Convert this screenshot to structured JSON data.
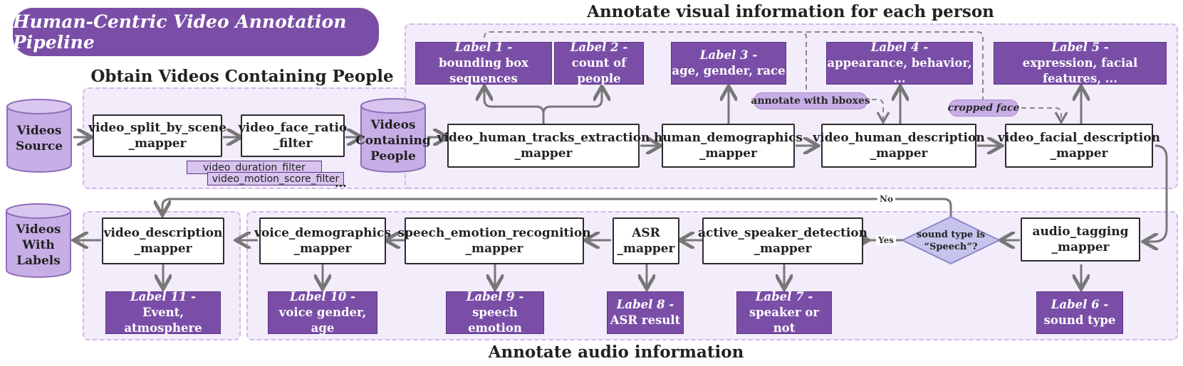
{
  "title": "Human-Centric Video Annotation Pipeline",
  "headings": {
    "obtain": "Obtain Videos Containing People",
    "visual": "Annotate visual information for each person",
    "audio": "Annotate audio information"
  },
  "storage": {
    "source": "Videos\nSource",
    "containing": "Videos\nContaining\nPeople",
    "with_labels": "Videos\nWith\nLabels"
  },
  "ops": {
    "split": "video_split_by_scene\n_mapper",
    "face_ratio": "video_face_ratio\n_filter",
    "tracks": "video_human_tracks_extraction\n_mapper",
    "demographics": "human_demographics\n_mapper",
    "human_desc": "video_human_description\n_mapper",
    "facial_desc": "video_facial_description\n_mapper",
    "audio_tagging": "audio_tagging\n_mapper",
    "active_speaker": "active_speaker_detection\n_mapper",
    "asr": "ASR\n_mapper",
    "speech_emotion": "speech_emotion_recognition\n_mapper",
    "voice_demo": "voice_demographics\n_mapper",
    "video_desc": "video_description\n_mapper"
  },
  "filters": {
    "duration": "video_duration_filter",
    "motion": "video_motion_score_filter",
    "more": "..."
  },
  "labels": [
    {
      "id": "Label 1 -",
      "text": "bounding box sequences"
    },
    {
      "id": "Label 2 -",
      "text": "count of people"
    },
    {
      "id": "Label 3 -",
      "text": "age, gender, race"
    },
    {
      "id": "Label 4 -",
      "text": "appearance, behavior, ..."
    },
    {
      "id": "Label 5 -",
      "text": "expression, facial features, ..."
    },
    {
      "id": "Label 6 -",
      "text": "sound type"
    },
    {
      "id": "Label 7 -",
      "text": "speaker or not"
    },
    {
      "id": "Label 8 -",
      "text": "ASR result"
    },
    {
      "id": "Label 9 -",
      "text": "speech emotion"
    },
    {
      "id": "Label 10 -",
      "text": "voice gender, age"
    },
    {
      "id": "Label 11 -",
      "text": "Event, atmosphere"
    }
  ],
  "notes": {
    "bboxes": "annotate with bboxes",
    "cropped": "cropped face"
  },
  "decision": {
    "text": "sound type is\n“Speech”?",
    "yes": "Yes",
    "no": "No"
  }
}
